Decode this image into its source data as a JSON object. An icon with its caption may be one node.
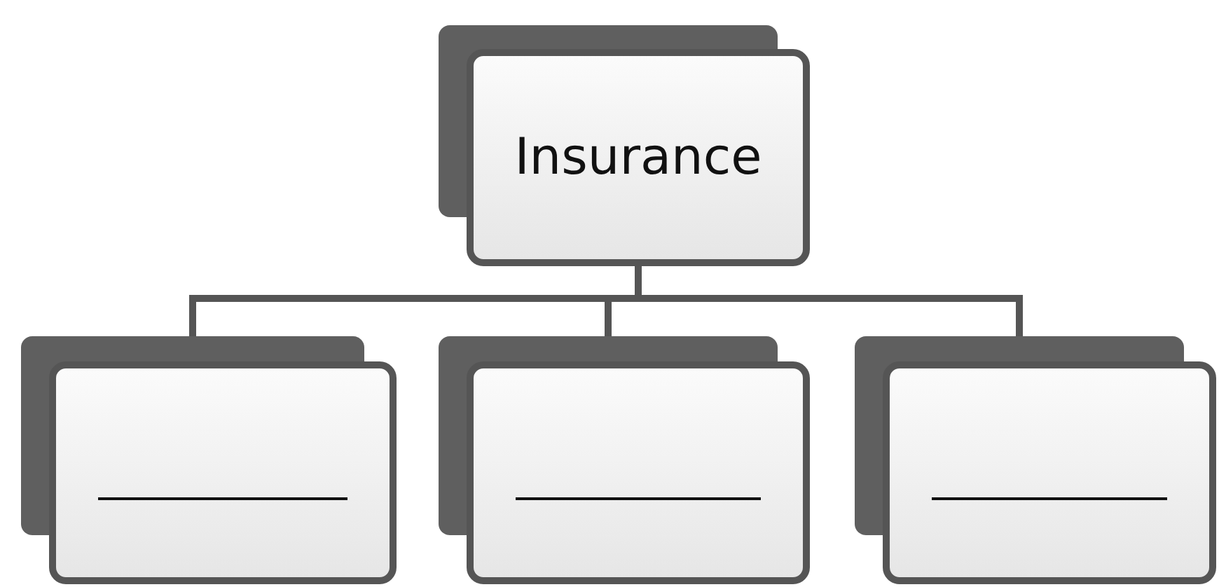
{
  "diagram": {
    "nodes": [
      {
        "text": [
          "Insurance"
        ]
      },
      {
        "text": [],
        "shape": "box"
      },
      {
        "text": [],
        "shape": "box"
      },
      {
        "text": [],
        "shape": "box"
      }
    ],
    "edges": [
      {
        "from": 0,
        "to": 1,
        "arrow": "none"
      },
      {
        "from": 0,
        "to": 2,
        "arrow": "none"
      },
      {
        "from": 0,
        "to": 3,
        "arrow": "none"
      }
    ]
  }
}
